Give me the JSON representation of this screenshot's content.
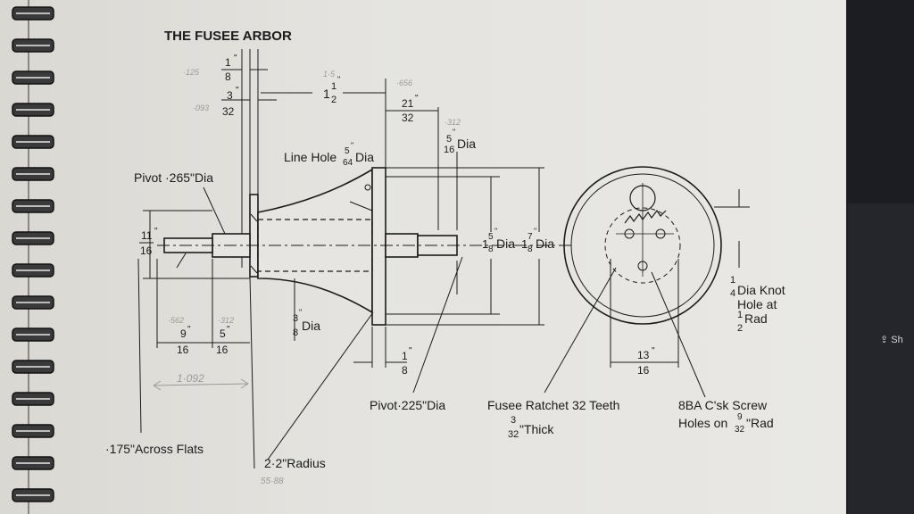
{
  "drawing": {
    "title": "THE FUSEE ARBOR",
    "dims": {
      "top_1_8": {
        "num": "1",
        "den": "8",
        "unit": "\""
      },
      "top_3_32": {
        "num": "3",
        "den": "32",
        "unit": "\""
      },
      "top_1_half": {
        "whole": "1",
        "num": "1",
        "den": "2",
        "unit": "\""
      },
      "top_21_32": {
        "num": "21",
        "den": "32",
        "unit": "\""
      },
      "dia_5_16": {
        "num": "5",
        "den": "16",
        "unit": "\"",
        "text": "Dia"
      },
      "left_11_16": {
        "num": "11",
        "den": "16",
        "unit": "\""
      },
      "bottom_9_16": {
        "num": "9",
        "den": "16",
        "unit": "\""
      },
      "bottom_5_16": {
        "num": "5",
        "den": "16",
        "unit": "\""
      },
      "dia_3_8": {
        "num": "3",
        "den": "8",
        "unit": "\"",
        "text": "Dia"
      },
      "bottom_1_8": {
        "num": "1",
        "den": "8",
        "unit": "\""
      },
      "dia_1_5_8": {
        "whole": "1",
        "num": "5",
        "den": "8",
        "unit": "\"",
        "text": "Dia"
      },
      "dia_1_7_8": {
        "whole": "1",
        "num": "7",
        "den": "8",
        "unit": "\"",
        "text": "Dia"
      },
      "wheel_13_16": {
        "num": "13",
        "den": "16",
        "unit": "\""
      }
    },
    "labels": {
      "line_hole": {
        "text": "Line Hole",
        "num": "5",
        "den": "64",
        "unit": "\"",
        "suffix": "Dia"
      },
      "pivot_265": "Pivot ·265\"Dia",
      "pivot_225": "Pivot·225\"Dia",
      "across_flats": "·175\"Across Flats",
      "radius": "2·2\"Radius",
      "ratchet_line1": "Fusee Ratchet 32 Teeth",
      "ratchet_num": "3",
      "ratchet_den": "32",
      "ratchet_thick": "\"Thick",
      "screw_line1": "8BA C'sk Screw",
      "screw_line2_pre": "Holes on",
      "screw_num": "9",
      "screw_den": "32",
      "screw_line2_post": "\"Rad",
      "knot_num": "1",
      "knot_den": "4",
      "knot_line1": "Dia Knot",
      "knot_line2": "Hole at",
      "knot_line3_num": "1",
      "knot_line3_den": "2",
      "knot_line3_post": "Rad"
    },
    "pencil_notes": {
      "n1": "·125",
      "n2": "·093",
      "n3": "1·5",
      "n4": "·656",
      "n5": "·312",
      "n6": "·562",
      "n7": "·312",
      "n8": "1·092",
      "n9": "55·88"
    }
  },
  "overlay": {
    "share_label": "Sh"
  }
}
